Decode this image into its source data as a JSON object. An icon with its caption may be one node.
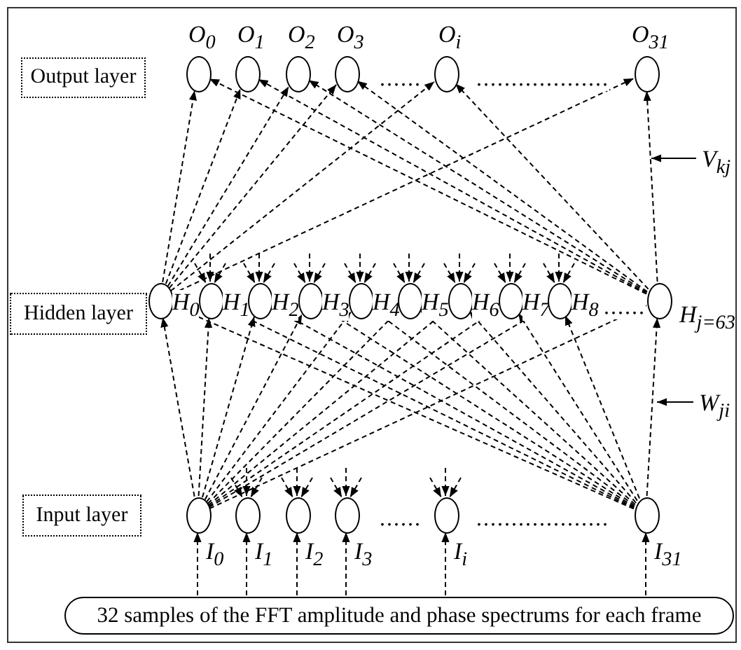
{
  "diagram": {
    "nodes": [
      {
        "text": [
          "Output layer"
        ]
      },
      {
        "text": [],
        "shape": "circle",
        "beside": [
          "O$_{0}$"
        ]
      },
      {
        "text": [],
        "shape": "circle",
        "beside": [
          "O$_{1}$"
        ]
      },
      {
        "text": [],
        "shape": "circle",
        "beside": [
          "O$_{2}$"
        ]
      },
      {
        "text": [],
        "shape": "circle",
        "beside": [
          "O$_{3}$"
        ]
      },
      {
        "text": [],
        "shape": "circle",
        "beside": [
          "O$_{i}$"
        ]
      },
      {
        "text": [],
        "shape": "circle",
        "beside": [
          "O$_{31}$"
        ]
      },
      {
        "text": [
          "V$_{kj}$"
        ]
      },
      {
        "text": [
          "Hidden layer"
        ]
      },
      {
        "text": [],
        "shape": "circle",
        "beside": [
          "H$_{0}$"
        ]
      },
      {
        "text": [],
        "shape": "circle",
        "beside": [
          "H$_{1}$"
        ]
      },
      {
        "text": [],
        "shape": "circle",
        "beside": [
          "H$_{2}$"
        ]
      },
      {
        "text": [],
        "shape": "circle",
        "beside": [
          "H$_{3}$"
        ]
      },
      {
        "text": [],
        "shape": "circle",
        "beside": [
          "H$_{4}$"
        ]
      },
      {
        "text": [],
        "shape": "circle",
        "beside": [
          "H$_{5}$"
        ]
      },
      {
        "text": [],
        "shape": "circle",
        "beside": [
          "H$_{6}$"
        ]
      },
      {
        "text": [],
        "shape": "circle",
        "beside": [
          "H$_{7}$"
        ]
      },
      {
        "text": [],
        "shape": "circle",
        "beside": [
          "H$_{8}$"
        ]
      },
      {
        "text": [],
        "shape": "circle",
        "beside": [
          "H$_{j=63}$"
        ]
      },
      {
        "text": [
          "W$_{ji}$"
        ]
      },
      {
        "text": [
          "Input layer"
        ]
      },
      {
        "text": [],
        "shape": "circle",
        "beside": [
          "I$_{0}$"
        ]
      },
      {
        "text": [],
        "shape": "circle",
        "beside": [
          "I$_{1}$"
        ]
      },
      {
        "text": [],
        "shape": "circle",
        "beside": [
          "I$_{2}$"
        ]
      },
      {
        "text": [],
        "shape": "circle",
        "beside": [
          "I$_{3}$"
        ]
      },
      {
        "text": [],
        "shape": "circle",
        "beside": [
          "I$_{i}$"
        ]
      },
      {
        "text": [],
        "shape": "circle",
        "beside": [
          "I$_{31}$"
        ]
      },
      {
        "text": [
          "32 samples of the FFT amplitude and phase spectrums for each frame"
        ]
      }
    ],
    "edges": [
      {
        "from": 9,
        "to": 1,
        "arrow": "to",
        "style": "dashed"
      },
      {
        "from": 9,
        "to": 2,
        "arrow": "to",
        "style": "dashed"
      },
      {
        "from": 9,
        "to": 3,
        "arrow": "to",
        "style": "dashed"
      },
      {
        "from": 9,
        "to": 4,
        "arrow": "to",
        "style": "dashed"
      },
      {
        "from": 9,
        "to": 5,
        "arrow": "to",
        "style": "dashed"
      },
      {
        "from": 9,
        "to": 6,
        "arrow": "to",
        "style": "dashed"
      },
      {
        "from": 18,
        "to": 1,
        "arrow": "to",
        "style": "dashed"
      },
      {
        "from": 18,
        "to": 2,
        "arrow": "to",
        "style": "dashed"
      },
      {
        "from": 18,
        "to": 3,
        "arrow": "to",
        "style": "dashed"
      },
      {
        "from": 18,
        "to": 4,
        "arrow": "to",
        "style": "dashed"
      },
      {
        "from": 18,
        "to": 5,
        "arrow": "to",
        "style": "dashed"
      },
      {
        "from": 18,
        "to": 6,
        "arrow": "to",
        "style": "dashed"
      },
      {
        "from": 7,
        "to": null,
        "arrow": "to"
      },
      {
        "from": null,
        "to": 10,
        "arrow": "to",
        "style": "dashed"
      },
      {
        "from": null,
        "to": 10,
        "arrow": "to",
        "style": "dashed"
      },
      {
        "from": null,
        "to": 10,
        "arrow": "to",
        "style": "dashed"
      },
      {
        "from": null,
        "to": 11,
        "arrow": "to",
        "style": "dashed"
      },
      {
        "from": null,
        "to": 11,
        "arrow": "to",
        "style": "dashed"
      },
      {
        "from": null,
        "to": 11,
        "arrow": "to",
        "style": "dashed"
      },
      {
        "from": null,
        "to": 12,
        "arrow": "to",
        "style": "dashed"
      },
      {
        "from": null,
        "to": 12,
        "arrow": "to",
        "style": "dashed"
      },
      {
        "from": null,
        "to": 12,
        "arrow": "to",
        "style": "dashed"
      },
      {
        "from": null,
        "to": 13,
        "arrow": "to",
        "style": "dashed"
      },
      {
        "from": null,
        "to": 13,
        "arrow": "to",
        "style": "dashed"
      },
      {
        "from": null,
        "to": 13,
        "arrow": "to",
        "style": "dashed"
      },
      {
        "from": null,
        "to": 14,
        "arrow": "to",
        "style": "dashed"
      },
      {
        "from": null,
        "to": 14,
        "arrow": "to",
        "style": "dashed"
      },
      {
        "from": null,
        "to": 14,
        "arrow": "to",
        "style": "dashed"
      },
      {
        "from": null,
        "to": 15,
        "arrow": "to",
        "style": "dashed"
      },
      {
        "from": null,
        "to": 15,
        "arrow": "to",
        "style": "dashed"
      },
      {
        "from": null,
        "to": 15,
        "arrow": "to",
        "style": "dashed"
      },
      {
        "from": null,
        "to": 16,
        "arrow": "to",
        "style": "dashed"
      },
      {
        "from": null,
        "to": 16,
        "arrow": "to",
        "style": "dashed"
      },
      {
        "from": null,
        "to": 16,
        "arrow": "to",
        "style": "dashed"
      },
      {
        "from": null,
        "to": 17,
        "arrow": "to",
        "style": "dashed"
      },
      {
        "from": null,
        "to": 17,
        "arrow": "to",
        "style": "dashed"
      },
      {
        "from": null,
        "to": 17,
        "arrow": "to",
        "style": "dashed"
      },
      {
        "from": 21,
        "to": 9,
        "arrow": "to",
        "style": "dashed"
      },
      {
        "from": 21,
        "to": 10,
        "arrow": "to",
        "style": "dashed"
      },
      {
        "from": 21,
        "to": 11,
        "arrow": "to",
        "style": "dashed"
      },
      {
        "from": 21,
        "to": 12,
        "arrow": "to",
        "style": "dashed"
      },
      {
        "from": 21,
        "to": 13,
        "arrow": "to",
        "style": "dashed"
      },
      {
        "from": 21,
        "to": 14,
        "arrow": "to",
        "style": "dashed"
      },
      {
        "from": 21,
        "to": 15,
        "arrow": "to",
        "style": "dashed"
      },
      {
        "from": 21,
        "to": 16,
        "arrow": "to",
        "style": "dashed"
      },
      {
        "from": 21,
        "to": 17,
        "arrow": "to",
        "style": "dashed"
      },
      {
        "from": 21,
        "to": 18,
        "arrow": "to",
        "style": "dashed"
      },
      {
        "from": 26,
        "to": 9,
        "arrow": "to",
        "style": "dashed"
      },
      {
        "from": 26,
        "to": 10,
        "arrow": "to",
        "style": "dashed"
      },
      {
        "from": 26,
        "to": 11,
        "arrow": "to",
        "style": "dashed"
      },
      {
        "from": 26,
        "to": 12,
        "arrow": "to",
        "style": "dashed"
      },
      {
        "from": 26,
        "to": 13,
        "arrow": "to",
        "style": "dashed"
      },
      {
        "from": 26,
        "to": 14,
        "arrow": "to",
        "style": "dashed"
      },
      {
        "from": 26,
        "to": 15,
        "arrow": "to",
        "style": "dashed"
      },
      {
        "from": 26,
        "to": 16,
        "arrow": "to",
        "style": "dashed"
      },
      {
        "from": 26,
        "to": 17,
        "arrow": "to",
        "style": "dashed"
      },
      {
        "from": 26,
        "to": 18,
        "arrow": "to",
        "style": "dashed"
      },
      {
        "from": 19,
        "to": null,
        "arrow": "to"
      },
      {
        "from": null,
        "to": 22,
        "arrow": "to",
        "style": "dashed"
      },
      {
        "from": null,
        "to": 22,
        "arrow": "to",
        "style": "dashed"
      },
      {
        "from": null,
        "to": 22,
        "arrow": "to",
        "style": "dashed"
      },
      {
        "from": null,
        "to": 23,
        "arrow": "to",
        "style": "dashed"
      },
      {
        "from": null,
        "to": 23,
        "arrow": "to",
        "style": "dashed"
      },
      {
        "from": null,
        "to": 23,
        "arrow": "to",
        "style": "dashed"
      },
      {
        "from": null,
        "to": 24,
        "arrow": "to",
        "style": "dashed"
      },
      {
        "from": null,
        "to": 24,
        "arrow": "to",
        "style": "dashed"
      },
      {
        "from": null,
        "to": 24,
        "arrow": "to",
        "style": "dashed"
      },
      {
        "from": null,
        "to": 25,
        "arrow": "to",
        "style": "dashed"
      },
      {
        "from": null,
        "to": 25,
        "arrow": "to",
        "style": "dashed"
      },
      {
        "from": null,
        "to": 25,
        "arrow": "to",
        "style": "dashed"
      },
      {
        "from": 27,
        "to": 21,
        "arrow": "to",
        "style": "dashed"
      },
      {
        "from": 27,
        "to": 22,
        "arrow": "to",
        "style": "dashed"
      },
      {
        "from": 27,
        "to": 23,
        "arrow": "to",
        "style": "dashed"
      },
      {
        "from": 27,
        "to": 24,
        "arrow": "to",
        "style": "dashed"
      },
      {
        "from": 27,
        "to": 25,
        "arrow": "to",
        "style": "dashed"
      },
      {
        "from": 27,
        "to": 26,
        "arrow": "to",
        "style": "dashed"
      }
    ],
    "labels": [
      "......",
      "...................",
      "......",
      "......",
      "..................."
    ]
  }
}
